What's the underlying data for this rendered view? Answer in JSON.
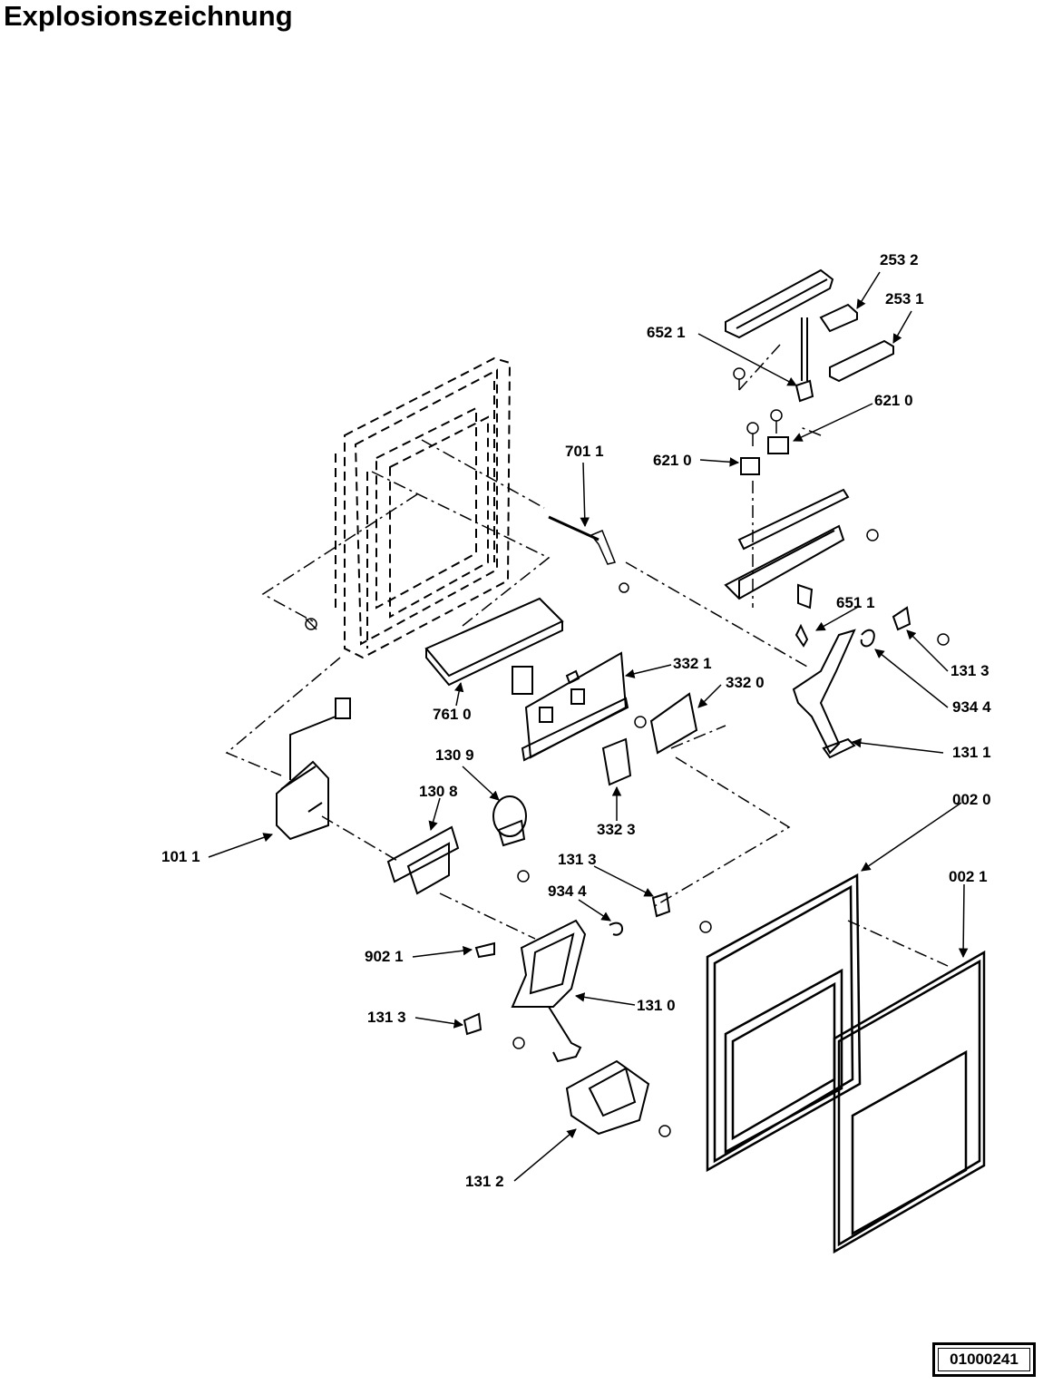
{
  "title": "Explosionszeichnung",
  "document_id": "01000241",
  "callouts": [
    "253 2",
    "253 1",
    "652 1",
    "621 0",
    "621 0",
    "701 1",
    "651 1",
    "332 1",
    "332 0",
    "131 3",
    "934 4",
    "131 1",
    "761 0",
    "130 9",
    "130 8",
    "332 3",
    "002 0",
    "101 1",
    "131 3",
    "934 4",
    "002 1",
    "902 1",
    "131 0",
    "131 3",
    "131 2"
  ]
}
